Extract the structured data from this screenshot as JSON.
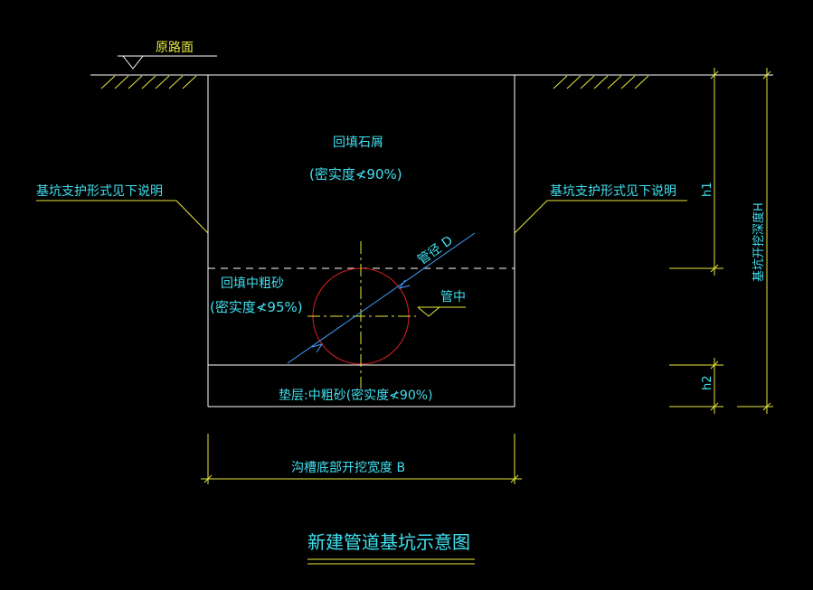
{
  "title": "新建管道基坑示意图",
  "labels": {
    "original_ground": "原路面",
    "backfill_stone": "回填石屑",
    "backfill_stone_compaction": "(密实度≮90%)",
    "support_left": "基坑支护形式见下说明",
    "support_right": "基坑支护形式见下说明",
    "pipe_diameter": "管径 D",
    "pipe_center": "管中",
    "backfill_sand": "回填中粗砂",
    "backfill_sand_compaction": "(密实度≮95%)",
    "bedding": "垫层:中粗砂(密实度≮90%)",
    "trench_width": "沟槽底部开挖宽度 B",
    "h1": "h1",
    "h2": "h2",
    "pit_depth": "基坑开挖深度H"
  },
  "colors": {
    "background": "#000000",
    "lines": "#ffffff",
    "text": "#40e0f0",
    "dimension": "#e8e840",
    "pipe": "#e02020",
    "pipe_axis": "#e8e840",
    "diameter_line": "#40a0ff"
  }
}
